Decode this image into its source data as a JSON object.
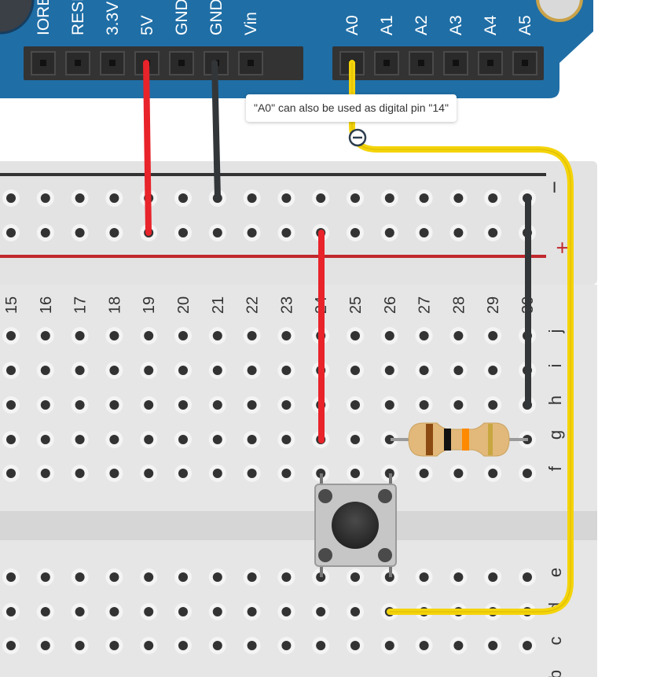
{
  "arduino": {
    "board_color": "#1f6ea6",
    "power_pins": [
      "IOREF",
      "RESET",
      "3.3V",
      "5V",
      "GND",
      "GND",
      "Vin"
    ],
    "analog_pins": [
      "A0",
      "A1",
      "A2",
      "A3",
      "A4",
      "A5"
    ]
  },
  "breadboard": {
    "column_numbers": [
      "15",
      "16",
      "17",
      "18",
      "19",
      "20",
      "21",
      "22",
      "23",
      "24",
      "25",
      "26",
      "27",
      "28",
      "29",
      "30"
    ],
    "row_letters_top": [
      "j",
      "i",
      "h",
      "g",
      "f"
    ],
    "row_letters_bottom": [
      "e",
      "d",
      "c",
      "b"
    ],
    "rail_minus": "−",
    "rail_plus": "+",
    "rail_minus_color": "#333333",
    "rail_plus_color": "#c0282d"
  },
  "wires": {
    "red_color": "#e8232a",
    "black_color": "#333638",
    "yellow_color": "#f4d40a"
  },
  "components": {
    "pushbutton": "pushbutton",
    "resistor": "resistor"
  },
  "tooltip": {
    "text": "\"A0\" can also be used as digital pin \"14\""
  }
}
